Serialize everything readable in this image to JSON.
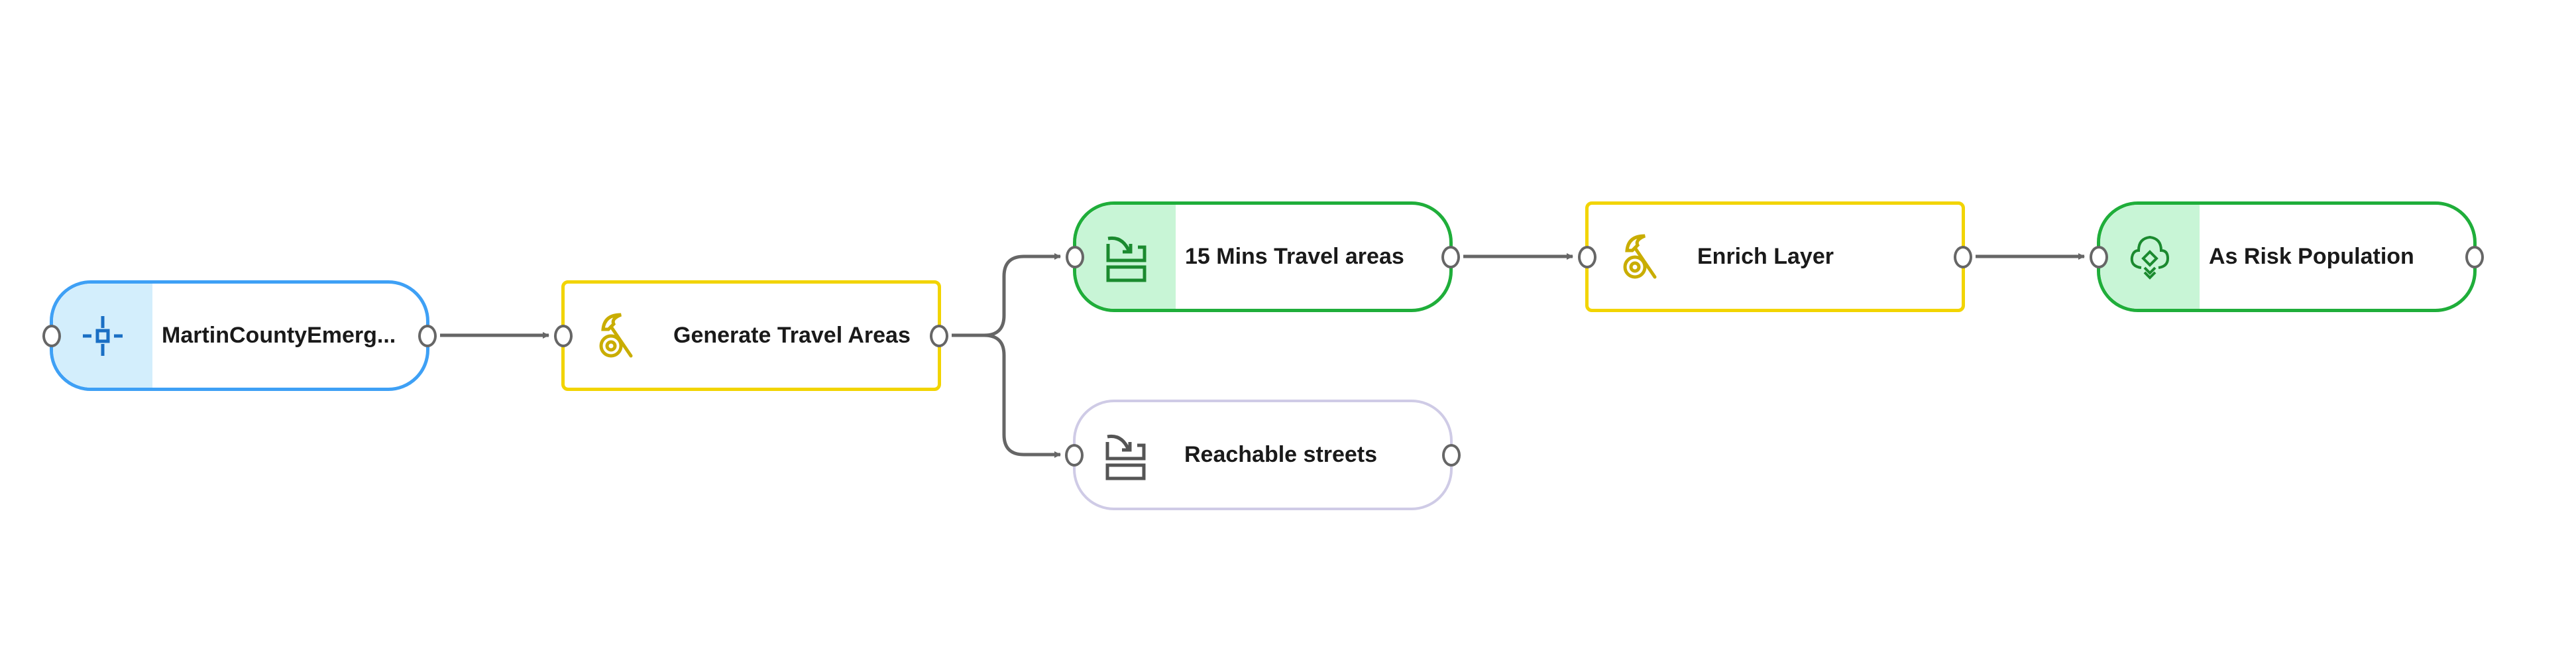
{
  "nodes": [
    {
      "id": "n1",
      "label": "MartinCountyEmerg...",
      "type": "input-layer",
      "icon": "crosshair-icon",
      "color": "#3ea0f5"
    },
    {
      "id": "n2",
      "label": "Generate Travel Areas",
      "type": "tool",
      "icon": "hammer-icon",
      "color": "#f2d400"
    },
    {
      "id": "n3",
      "label": "15 Mins Travel areas",
      "type": "output-layer",
      "icon": "layer-output-icon",
      "color": "#1fae3a"
    },
    {
      "id": "n4",
      "label": "Reachable streets",
      "type": "output-layer-inactive",
      "icon": "layer-output-icon",
      "color": "#cfcbe6"
    },
    {
      "id": "n5",
      "label": "Enrich Layer",
      "type": "tool",
      "icon": "hammer-icon",
      "color": "#f2d400"
    },
    {
      "id": "n6",
      "label": "As Risk Population",
      "type": "output-layer",
      "icon": "cloud-layers-icon",
      "color": "#1fae3a"
    }
  ],
  "edges": [
    [
      "n1",
      "n2"
    ],
    [
      "n2",
      "n3"
    ],
    [
      "n2",
      "n4"
    ],
    [
      "n3",
      "n5"
    ],
    [
      "n5",
      "n6"
    ]
  ]
}
